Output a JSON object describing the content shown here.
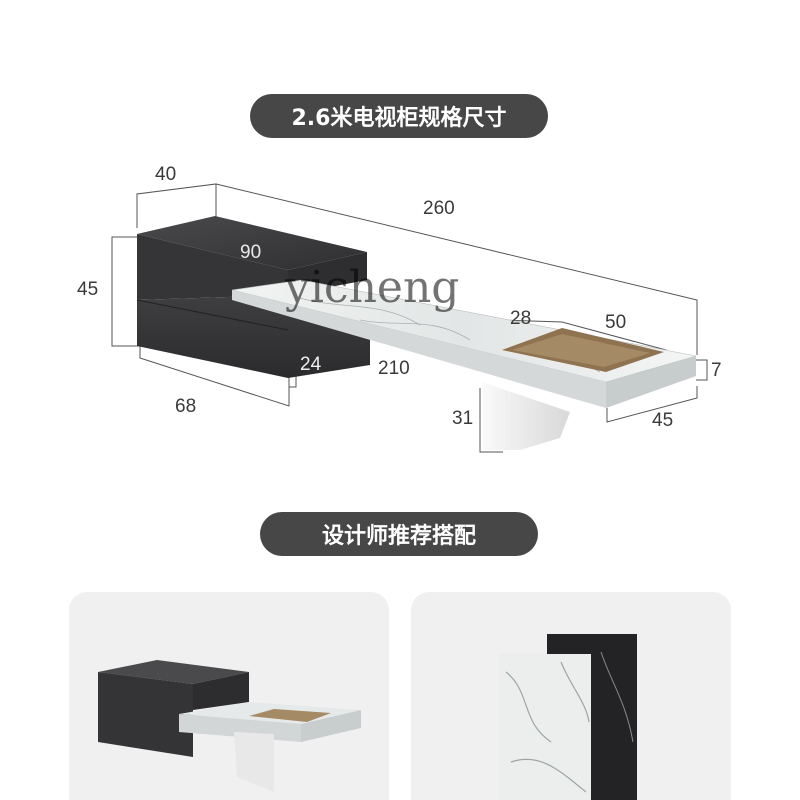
{
  "spec_title": "2.6米电视柜规格尺寸",
  "designer_title": "设计师推荐搭配",
  "watermark": "yicheng",
  "dimensions": {
    "depth": "40",
    "total_length": "260",
    "height": "45",
    "cabinet_top_width": "90",
    "marble_length": "210",
    "cabinet_width": "68",
    "drawer_height": "24",
    "tray_depth": "28",
    "tray_width": "50",
    "slab_thickness": "7",
    "leg_height": "31",
    "slab_depth": "45"
  },
  "colors": {
    "pill_bg": "#474747",
    "cabinet_dark": "#3d3d3f",
    "marble": "#e9ecec",
    "tray_bronze": "#a58a66",
    "card_bg": "#f0f0f0"
  }
}
